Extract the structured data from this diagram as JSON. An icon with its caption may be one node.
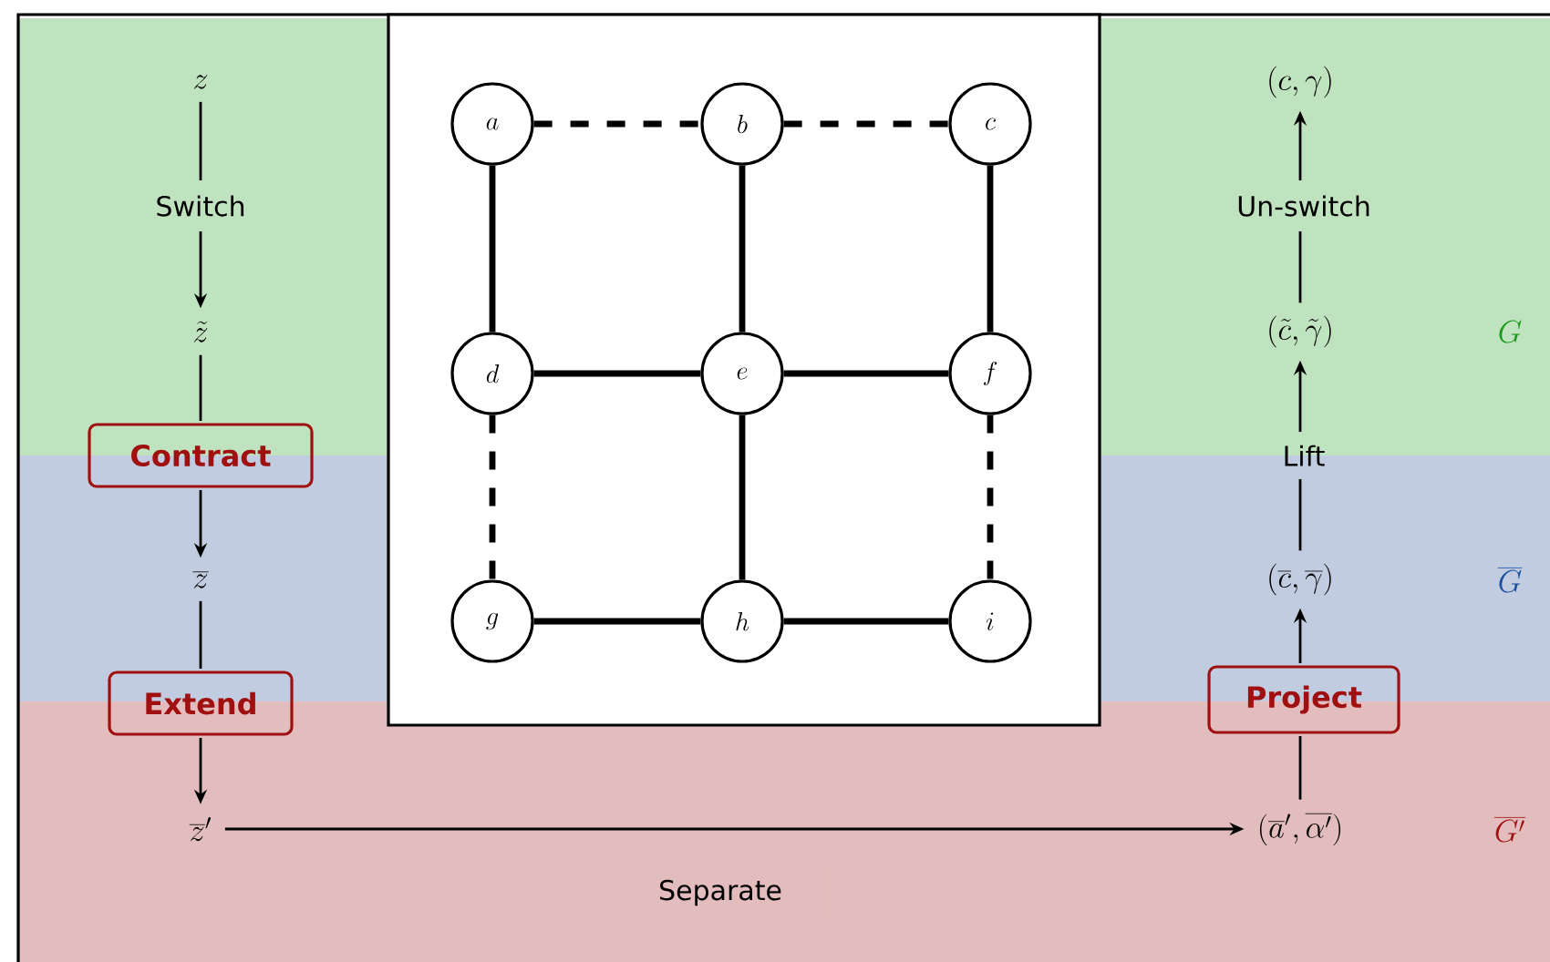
{
  "diagram": {
    "nodes": [
      {
        "text": [
          "z"
        ]
      },
      {
        "text": [
          "\\tilde{z}"
        ]
      },
      {
        "text": [
          "\\overline{z}"
        ]
      },
      {
        "text": [
          "\\overline{z}'"
        ]
      },
      {
        "text": [
          "(\\overline{a}', \\overline{\\alpha'})"
        ]
      },
      {
        "text": [
          "(\\overline{c}, \\overline{\\gamma})"
        ]
      },
      {
        "text": [
          "(\\tilde{c}, \\tilde{\\gamma})"
        ]
      },
      {
        "text": [
          "(c, \\gamma)"
        ]
      },
      {
        "text": [],
        "shape": "box"
      },
      {
        "text": [
          "a"
        ],
        "in": 8
      },
      {
        "text": [
          "b"
        ],
        "in": 8
      },
      {
        "text": [
          "c"
        ],
        "in": 8
      },
      {
        "text": [
          "d"
        ],
        "in": 8
      },
      {
        "text": [
          "e"
        ],
        "in": 8
      },
      {
        "text": [
          "f"
        ],
        "in": 8
      },
      {
        "text": [
          "g"
        ],
        "in": 8
      },
      {
        "text": [
          "h"
        ],
        "in": 8
      },
      {
        "text": [
          "i"
        ],
        "in": 8
      }
    ],
    "edges": [
      {
        "from": 0,
        "to": 1,
        "arrow": "to",
        "label": "Switch"
      },
      {
        "from": 1,
        "to": 2,
        "arrow": "to",
        "label": "Contract"
      },
      {
        "from": 2,
        "to": 3,
        "arrow": "to",
        "label": "Extend"
      },
      {
        "from": 3,
        "to": 4,
        "arrow": "to",
        "label": "Separate"
      },
      {
        "from": 4,
        "to": 5,
        "arrow": "to",
        "label": "Project"
      },
      {
        "from": 5,
        "to": 6,
        "arrow": "to",
        "label": "Lift"
      },
      {
        "from": 6,
        "to": 7,
        "arrow": "to",
        "label": "Un-switch"
      },
      {
        "from": 9,
        "to": 10,
        "arrow": "none",
        "style": "dashed"
      },
      {
        "from": 10,
        "to": 11,
        "arrow": "none",
        "style": "dashed"
      },
      {
        "from": 9,
        "to": 12,
        "arrow": "none"
      },
      {
        "from": 10,
        "to": 13,
        "arrow": "none"
      },
      {
        "from": 11,
        "to": 14,
        "arrow": "none"
      },
      {
        "from": 12,
        "to": 13,
        "arrow": "none"
      },
      {
        "from": 13,
        "to": 14,
        "arrow": "none"
      },
      {
        "from": 12,
        "to": 15,
        "arrow": "none",
        "style": "dashed"
      },
      {
        "from": 13,
        "to": 16,
        "arrow": "none"
      },
      {
        "from": 14,
        "to": 17,
        "arrow": "none",
        "style": "dashed"
      },
      {
        "from": 15,
        "to": 16,
        "arrow": "none"
      },
      {
        "from": 16,
        "to": 17,
        "arrow": "none"
      }
    ],
    "labels": [
      "G",
      "\\overline{G}",
      "\\overline{G'}"
    ]
  }
}
